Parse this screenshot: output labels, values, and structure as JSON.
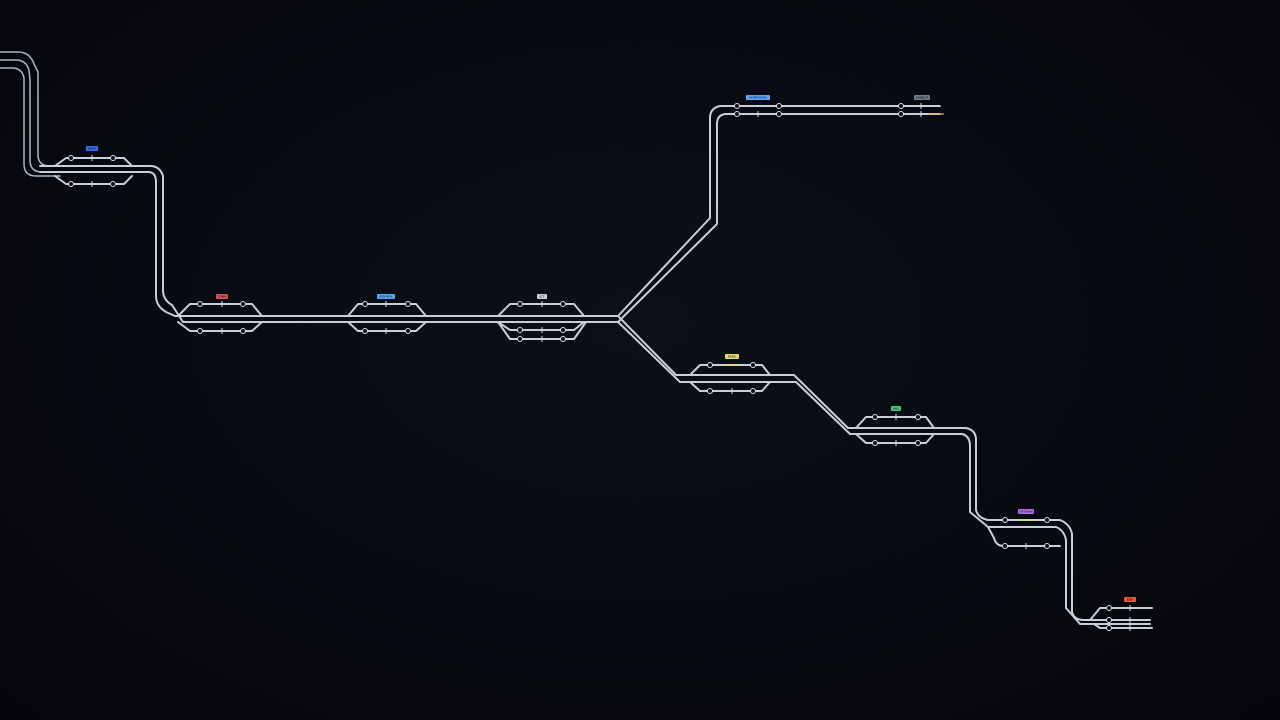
{
  "map": {
    "stations": [
      {
        "id": "st-topleft",
        "label": "WEST",
        "color": "#3a6df0"
      },
      {
        "id": "st-a",
        "label": "TOWN",
        "color": "#e0505a"
      },
      {
        "id": "st-b",
        "label": "CENTRAL",
        "color": "#5aa7ff"
      },
      {
        "id": "st-c",
        "label": "JCT",
        "color": "#c9ced6"
      },
      {
        "id": "st-north-1",
        "label": "NORTHSIDE",
        "color": "#5aa7ff"
      },
      {
        "id": "st-north-2",
        "label": "HARBOR",
        "color": "#6f7a86"
      },
      {
        "id": "st-east-1",
        "label": "PARK",
        "color": "#e8d46a"
      },
      {
        "id": "st-east-2",
        "label": "HILL",
        "color": "#46c47a"
      },
      {
        "id": "st-east-3",
        "label": "UPTOWN",
        "color": "#b46ae8"
      },
      {
        "id": "st-end",
        "label": "END",
        "color": "#e85a3a"
      }
    ],
    "accents": {
      "north_end": "#e8a84a",
      "east_mid": "#e8d46a"
    }
  }
}
